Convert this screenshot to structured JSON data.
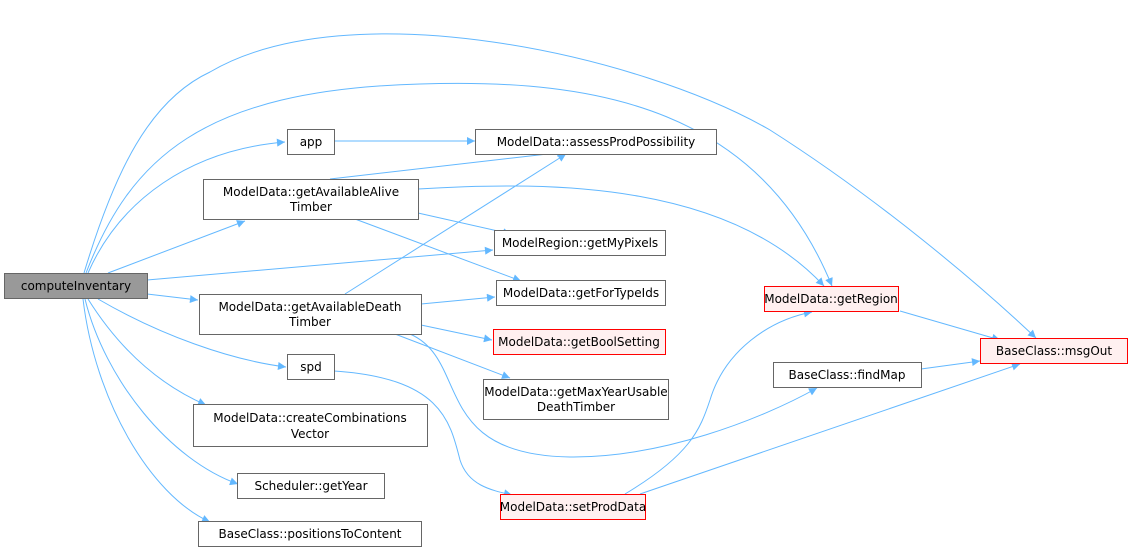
{
  "graph": {
    "nodes": {
      "computeInventary": "computeInventary",
      "app": "app",
      "alive1": "ModelData::getAvailableAlive",
      "alive2": "Timber",
      "assess": "ModelData::assessProdPossibility",
      "pixels": "ModelRegion::getMyPixels",
      "typeids": "ModelData::getForTypeIds",
      "death1": "ModelData::getAvailableDeath",
      "death2": "Timber",
      "bool": "ModelData::getBoolSetting",
      "maxyear1": "ModelData::getMaxYearUsable",
      "maxyear2": "DeathTimber",
      "spd": "spd",
      "comb1": "ModelData::createCombinations",
      "comb2": "Vector",
      "year": "Scheduler::getYear",
      "positions": "BaseClass::positionsToContent",
      "region": "ModelData::getRegion",
      "findmap": "BaseClass::findMap",
      "msgout": "BaseClass::msgOut",
      "setprod": "ModelData::setProdData"
    },
    "colors": {
      "edge": "#63b8ff",
      "root_fill": "#999999",
      "truncated_border": "#ff0000",
      "truncated_fill": "#fff0f0"
    }
  }
}
